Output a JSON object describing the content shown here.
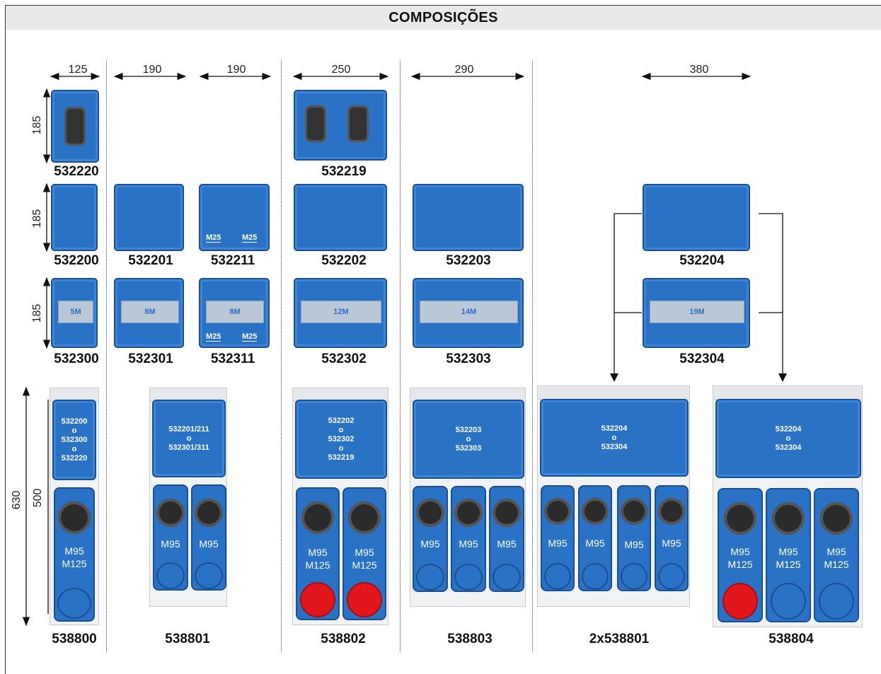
{
  "title": "COMPOSIÇÕES",
  "dimensions": {
    "w125": "125",
    "w190a": "190",
    "w190b": "190",
    "w250": "250",
    "w290": "290",
    "w380": "380",
    "h185a": "185",
    "h185b": "185",
    "h185c": "185",
    "h630": "630",
    "h500": "500"
  },
  "codes": {
    "c532220": "532220",
    "c532219": "532219",
    "c532200": "532200",
    "c532201": "532201",
    "c532211": "532211",
    "c532202": "532202",
    "c532203": "532203",
    "c532204": "532204",
    "c532300": "532300",
    "c532301": "532301",
    "c532311": "532311",
    "c532302": "532302",
    "c532303": "532303",
    "c532304": "532304",
    "c538800": "538800",
    "c538801": "538801",
    "c538802": "538802",
    "c538803": "538803",
    "c2x538801": "2x538801",
    "c538804": "538804"
  },
  "modules": {
    "m5": "5M",
    "m8a": "8M",
    "m8b": "8M",
    "m12": "12M",
    "m14": "14M",
    "m19": "19M"
  },
  "gland": "M25",
  "assembly_labels": {
    "a0": [
      "532200",
      "o",
      "532300",
      "o",
      "532220"
    ],
    "a1": [
      "532201/211",
      "o",
      "532301/311"
    ],
    "a2": [
      "532202",
      "o",
      "532302",
      "o",
      "532219"
    ],
    "a3": [
      "532203",
      "o",
      "532303"
    ],
    "a4": [
      "532204",
      "o",
      "532304"
    ],
    "a5": [
      "532204",
      "o",
      "532304"
    ]
  },
  "socket_labels": {
    "m95": "M95",
    "m125": "M125"
  },
  "colors": {
    "blue": "#2a72c6",
    "red": "#e0161a",
    "header": "#e9e9e9"
  }
}
